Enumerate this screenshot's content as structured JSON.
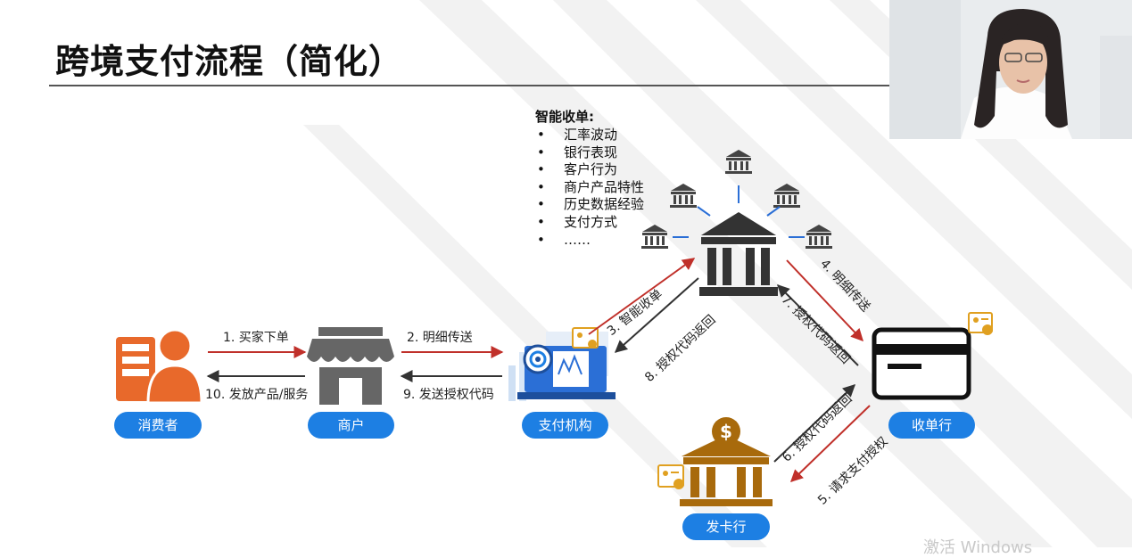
{
  "title": "跨境支付流程（简化）",
  "smart_collection": {
    "heading": "智能收单",
    "colon": ":",
    "items": [
      "汇率波动",
      "银行表现",
      "客户行为",
      "商户产品特性",
      "历史数据经验",
      "支付方式",
      "……"
    ]
  },
  "nodes": {
    "consumer": "消费者",
    "merchant": "商户",
    "payment_institution": "支付机构",
    "acquirer": "收单行",
    "issuer": "发卡行"
  },
  "flows": {
    "f1": "1. 买家下单",
    "f2": "2. 明细传送",
    "f3": "3. 智能收单",
    "f4": "4. 明细传送",
    "f5": "5. 请求支付授权",
    "f6": "6. 授权代码返回",
    "f7": "7. 授权代码返回",
    "f8": "8. 授权代码返回",
    "f9": "9. 发送授权代码",
    "f10": "10. 发放产品/服务"
  },
  "watermark": "激活 Windows",
  "colors": {
    "pill": "#1d7fe3",
    "forward_arrow": "#c0302a",
    "return_arrow": "#333333",
    "consumer_icon": "#e8692b",
    "merchant_icon": "#666666",
    "issuer_icon": "#a86a0c",
    "doc_badge": "#e0a020"
  }
}
